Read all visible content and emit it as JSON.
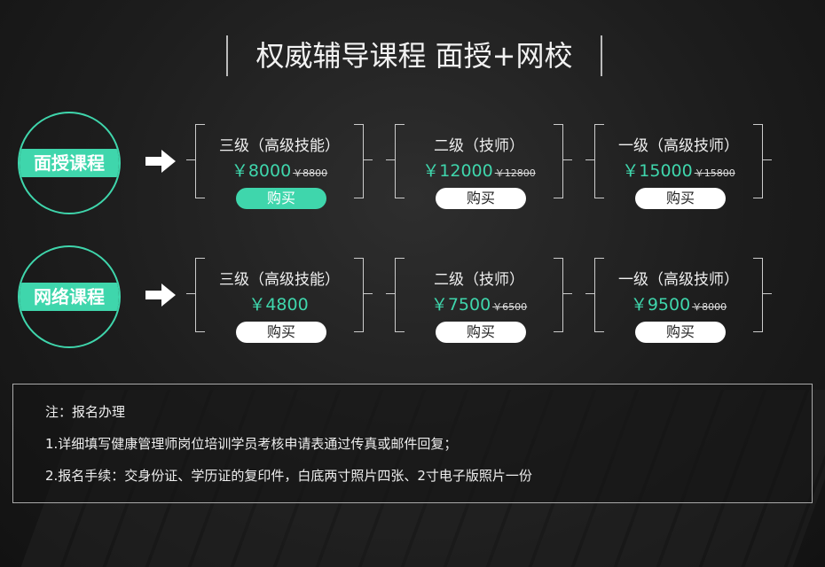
{
  "title": "权威辅导课程 面授+网校",
  "colors": {
    "accent": "#3fd6ac"
  },
  "rows": [
    {
      "label": "面授课程",
      "cards": [
        {
          "level": "三级（高级技能）",
          "price": "￥8000",
          "old_price": "￥8800",
          "buy": "购买",
          "highlight": true
        },
        {
          "level": "二级（技师）",
          "price": "￥12000",
          "old_price": "￥12800",
          "buy": "购买"
        },
        {
          "level": "一级（高级技师）",
          "price": "￥15000",
          "old_price": "￥15800",
          "buy": "购买"
        }
      ]
    },
    {
      "label": "网络课程",
      "cards": [
        {
          "level": "三级（高级技能）",
          "price": "￥4800",
          "old_price": "",
          "buy": "购买"
        },
        {
          "level": "二级（技师）",
          "price": "￥7500",
          "old_price": "￥6500",
          "buy": "购买"
        },
        {
          "level": "一级（高级技师）",
          "price": "￥9500",
          "old_price": "￥8000",
          "buy": "购买"
        }
      ]
    }
  ],
  "note": {
    "heading": "注：报名办理",
    "lines": [
      "1.详细填写健康管理师岗位培训学员考核申请表通过传真或邮件回复；",
      "2.报名手续：交身份证、学历证的复印件，白底两寸照片四张、2寸电子版照片一份"
    ]
  }
}
